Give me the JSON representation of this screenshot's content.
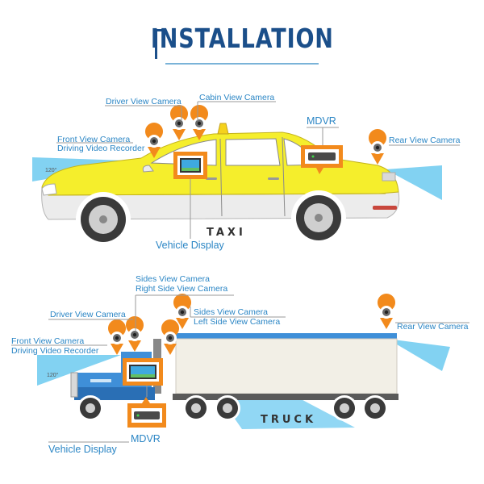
{
  "title": "INSTALLATION",
  "taxi": {
    "labels": {
      "driver_view_camera": "Driver View Camera",
      "cabin_view_camera": "Cabin View Camera",
      "mdvr": "MDVR",
      "front_view_camera": "Front View Camera",
      "driving_video_recorder": "Driving Video Recorder",
      "rear_view_camera": "Rear View Camera",
      "vehicle_display": "Vehicle Display",
      "angle": "120°"
    },
    "brand": "TAXI"
  },
  "truck": {
    "labels": {
      "sides_view_camera_1": "Sides View Camera",
      "right_side_view_camera": "Right Side View Camera",
      "driver_view_camera": "Driver View Camera",
      "sides_view_camera_2": "Sides View Camera",
      "left_side_view_camera": "Left Side View Camera",
      "front_view_camera": "Front View Camera",
      "driving_video_recorder": "Driving Video Recorder",
      "rear_view_camera": "Rear View Camera",
      "vehicle_display": "Vehicle Display",
      "mdvr": "MDVR",
      "angle": "120°"
    },
    "brand": "TRUCK"
  },
  "colors": {
    "title": "#1b4f8a",
    "label": "#2b86c5",
    "taxi_body": "#f5ee2c",
    "taxi_lower": "#ededed",
    "truck_cab": "#3f8fd8",
    "trailer": "#f2efe6",
    "beam": "#6ccaf0",
    "marker": "#f28a1c"
  }
}
